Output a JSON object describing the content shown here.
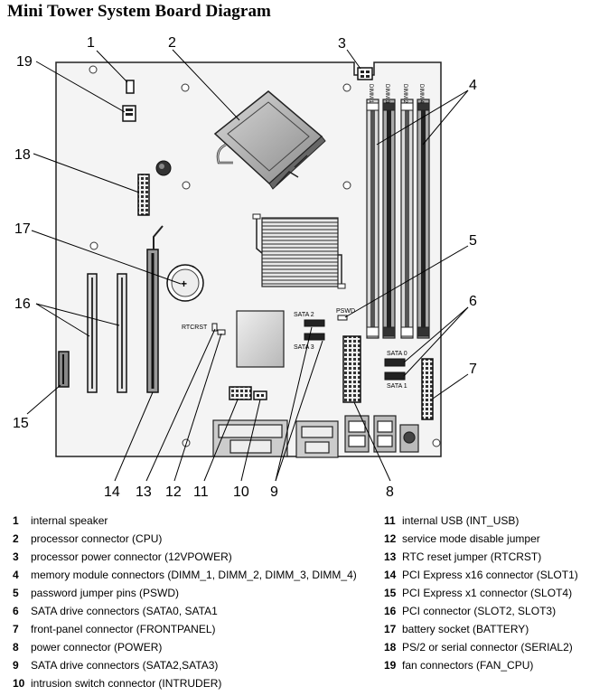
{
  "title": "Mini Tower System Board Diagram",
  "board_labels": {
    "dimm_1": "DIMM 1",
    "dimm_2": "DIMM 2",
    "dimm_3": "DIMM 3",
    "dimm_4": "DIMM 4",
    "rtcrst": "RTCRST",
    "pswd": "PSWD",
    "sata0": "SATA 0",
    "sata1": "SATA 1",
    "sata2": "SATA 2",
    "sata3": "SATA 3"
  },
  "callouts": [
    "1",
    "2",
    "3",
    "4",
    "5",
    "6",
    "7",
    "8",
    "9",
    "10",
    "11",
    "12",
    "13",
    "14",
    "15",
    "16",
    "17",
    "18",
    "19"
  ],
  "legend_left": [
    {
      "num": "1",
      "text": "internal speaker"
    },
    {
      "num": "2",
      "text": "processor connector (CPU)"
    },
    {
      "num": "3",
      "text": "processor power connector (12VPOWER)"
    },
    {
      "num": "4",
      "text": "memory module connectors (DIMM_1, DIMM_2, DIMM_3, DIMM_4)"
    },
    {
      "num": "5",
      "text": "password jumper pins (PSWD)"
    },
    {
      "num": "6",
      "text": "SATA drive connectors (SATA0, SATA1"
    },
    {
      "num": "7",
      "text": "front-panel connector (FRONTPANEL)"
    },
    {
      "num": "8",
      "text": "power connector (POWER)"
    },
    {
      "num": "9",
      "text": "SATA drive connectors (SATA2,SATA3)"
    },
    {
      "num": "10",
      "text": "intrusion switch connector (INTRUDER)"
    }
  ],
  "legend_right": [
    {
      "num": "11",
      "text": "internal USB (INT_USB)"
    },
    {
      "num": "12",
      "text": "service mode disable jumper"
    },
    {
      "num": "13",
      "text": "RTC reset jumper (RTCRST)"
    },
    {
      "num": "14",
      "text": "PCI Express x16 connector (SLOT1)"
    },
    {
      "num": "15",
      "text": "PCI Express x1 connector (SLOT4)"
    },
    {
      "num": "16",
      "text": "PCI connector (SLOT2, SLOT3)"
    },
    {
      "num": "17",
      "text": "battery socket (BATTERY)"
    },
    {
      "num": "18",
      "text": "PS/2 or serial connector (SERIAL2)"
    },
    {
      "num": "19",
      "text": "fan connectors (FAN_CPU)"
    }
  ]
}
